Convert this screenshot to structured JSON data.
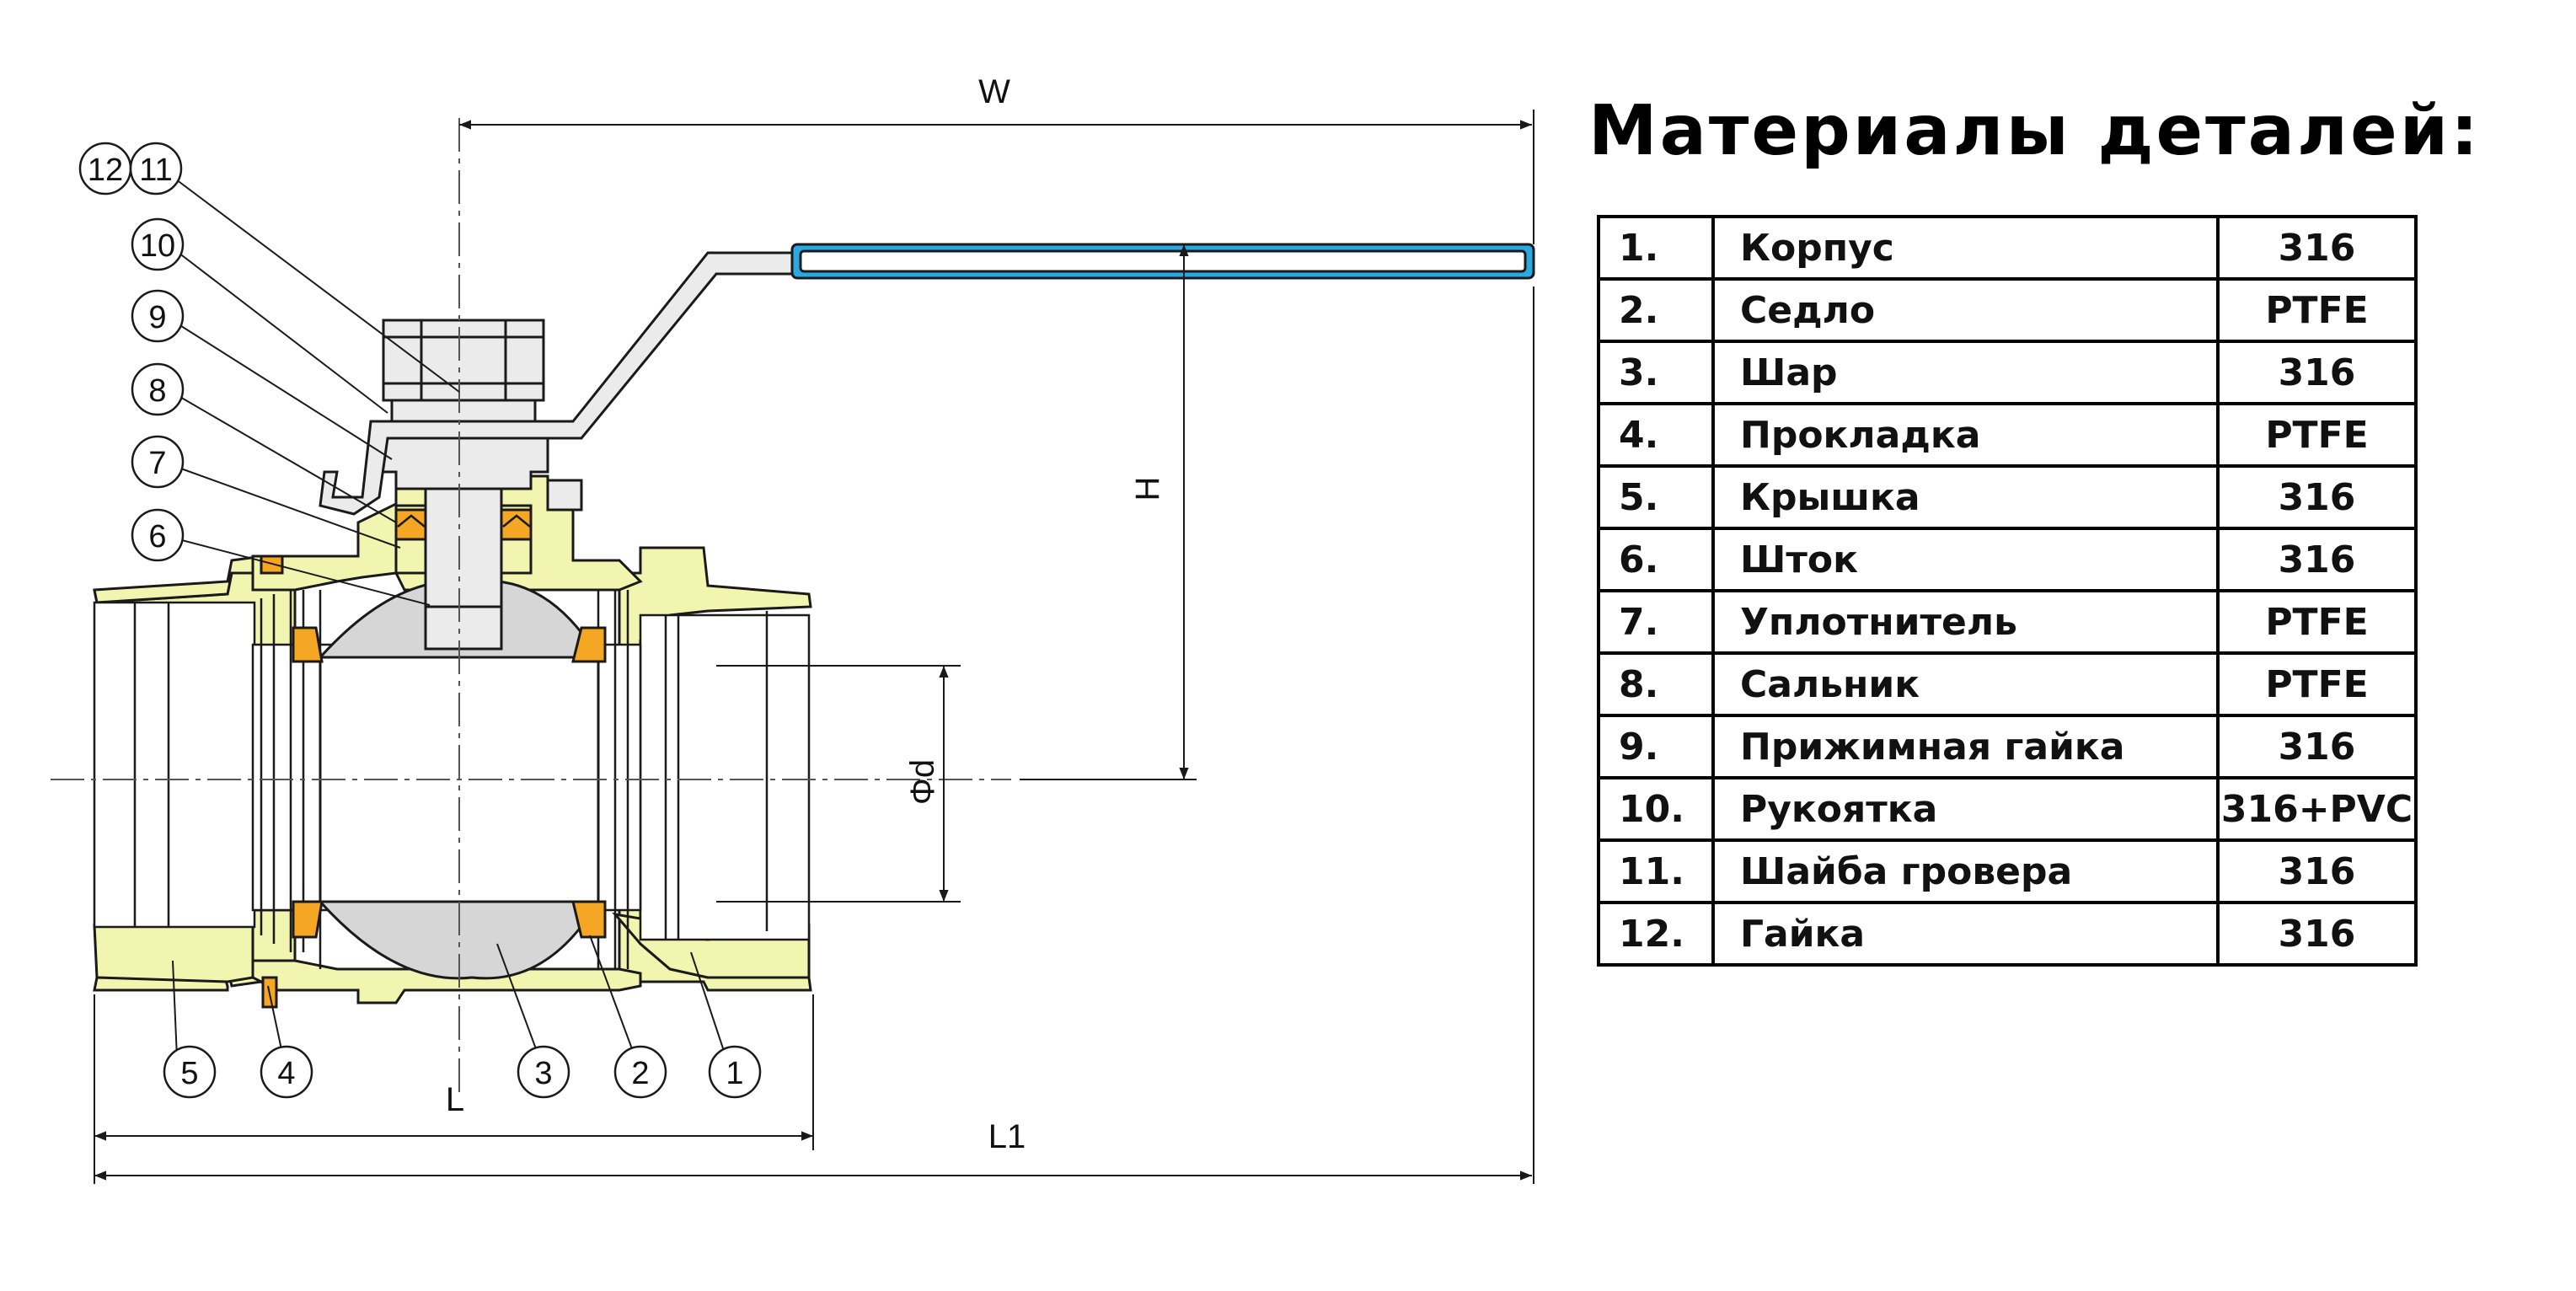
{
  "drawing": {
    "dimensions": {
      "width": "W",
      "height": "H",
      "bore": "Φd",
      "length": "L",
      "length_total": "L1"
    },
    "callouts": [
      "12",
      "11",
      "10",
      "9",
      "8",
      "7",
      "6",
      "5",
      "4",
      "3",
      "2",
      "1"
    ],
    "colors": {
      "body": "#f1f5b0",
      "seal": "#f5a623",
      "ball": "#d6d6d6",
      "handle_grip": "#2aa8e0",
      "metal": "#ebebeb",
      "line": "#1a1a1a"
    }
  },
  "parts": {
    "title": "Материалы деталей:",
    "rows": [
      {
        "num": "1.",
        "name": "Корпус",
        "material": "316"
      },
      {
        "num": "2.",
        "name": "Седло",
        "material": "PTFE"
      },
      {
        "num": "3.",
        "name": "Шар",
        "material": "316"
      },
      {
        "num": "4.",
        "name": "Прокладка",
        "material": "PTFE"
      },
      {
        "num": "5.",
        "name": "Крышка",
        "material": "316"
      },
      {
        "num": "6.",
        "name": "Шток",
        "material": "316"
      },
      {
        "num": "7.",
        "name": "Уплотнитель",
        "material": "PTFE"
      },
      {
        "num": "8.",
        "name": "Сальник",
        "material": "PTFE"
      },
      {
        "num": "9.",
        "name": "Прижимная гайка",
        "material": "316"
      },
      {
        "num": "10.",
        "name": "Рукоятка",
        "material": "316+PVC"
      },
      {
        "num": "11.",
        "name": "Шайба гровера",
        "material": "316"
      },
      {
        "num": "12.",
        "name": "Гайка",
        "material": "316"
      }
    ]
  }
}
